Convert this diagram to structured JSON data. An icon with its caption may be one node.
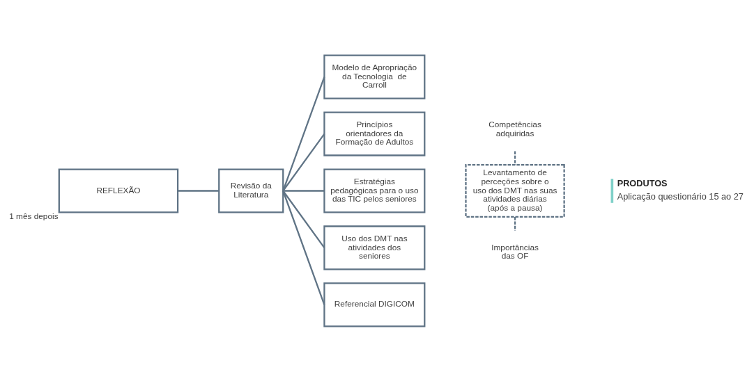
{
  "diagram": {
    "nodes": [
      {
        "text": [
          "REFLEXÃO"
        ],
        "beside": [
          "1 mês depois"
        ]
      },
      {
        "text": [
          "Revisão da Literatura"
        ]
      },
      {
        "text": [
          "Modelo de Apropriação da Tecnologia  de Carroll"
        ]
      },
      {
        "text": [
          "Princípios orientadores da Formação de Adultos"
        ]
      },
      {
        "text": [
          "Estratégias pedagógicas para o uso das TIC pelos seniores"
        ]
      },
      {
        "text": [
          "Uso dos DMT nas atividades dos seniores"
        ]
      },
      {
        "text": [
          "Referencial DIGICOM"
        ]
      },
      {
        "text": [
          "Competências adquiridas"
        ]
      },
      {
        "text": [
          "Levantamento de perceções sobre o uso dos DMT nas suas atividades diárias (após a pausa)"
        ]
      },
      {
        "text": [
          "Importâncias das OF"
        ]
      }
    ],
    "edges": [
      {
        "from": 0,
        "to": 1,
        "arrow": "none"
      },
      {
        "from": 1,
        "to": 2,
        "arrow": "none"
      },
      {
        "from": 1,
        "to": 3,
        "arrow": "none"
      },
      {
        "from": 1,
        "to": 4,
        "arrow": "none"
      },
      {
        "from": 1,
        "to": 5,
        "arrow": "none"
      },
      {
        "from": 1,
        "to": 6,
        "arrow": "none"
      },
      {
        "from": 7,
        "to": 8,
        "arrow": "none",
        "style": "dashed"
      },
      {
        "from": 8,
        "to": 9,
        "arrow": "none",
        "style": "dashed"
      }
    ],
    "labels": [
      "PRODUTOS",
      "Aplicação questionário 15 ao 27"
    ]
  }
}
